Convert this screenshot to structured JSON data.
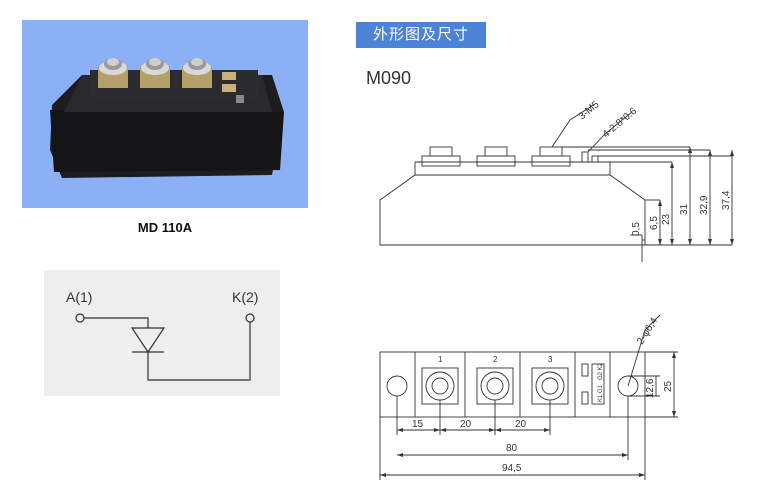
{
  "photo": {
    "model": "MD 110A"
  },
  "circuit": {
    "anode_label": "A(1)",
    "cathode_label": "K(2)"
  },
  "section": {
    "title": "外形图及尺寸",
    "package_code": "M090"
  },
  "side_view": {
    "callout_thread": "3-M5",
    "callout_tabs": "4-2.8*0.6",
    "dims": {
      "d0_5": "0,5",
      "d6_5": "6,5",
      "d23": "23",
      "d31": "31",
      "d32_9": "32,9",
      "d37_4": "37,4"
    }
  },
  "top_view": {
    "terminals": [
      "1",
      "2",
      "3"
    ],
    "callout_holes": "2-φ6,4",
    "dims": {
      "d15": "15",
      "d20a": "20",
      "d20b": "20",
      "d80": "80",
      "d94_5": "94,5",
      "d12_6": "12,6",
      "d25": "25"
    },
    "small_labels": {
      "g2": "G2 K2",
      "k1": "K1 G1"
    }
  },
  "colors": {
    "photo_bg": "#8bb0f5",
    "header_bg": "#4b83d6",
    "circuit_bg": "#eeeeee"
  }
}
